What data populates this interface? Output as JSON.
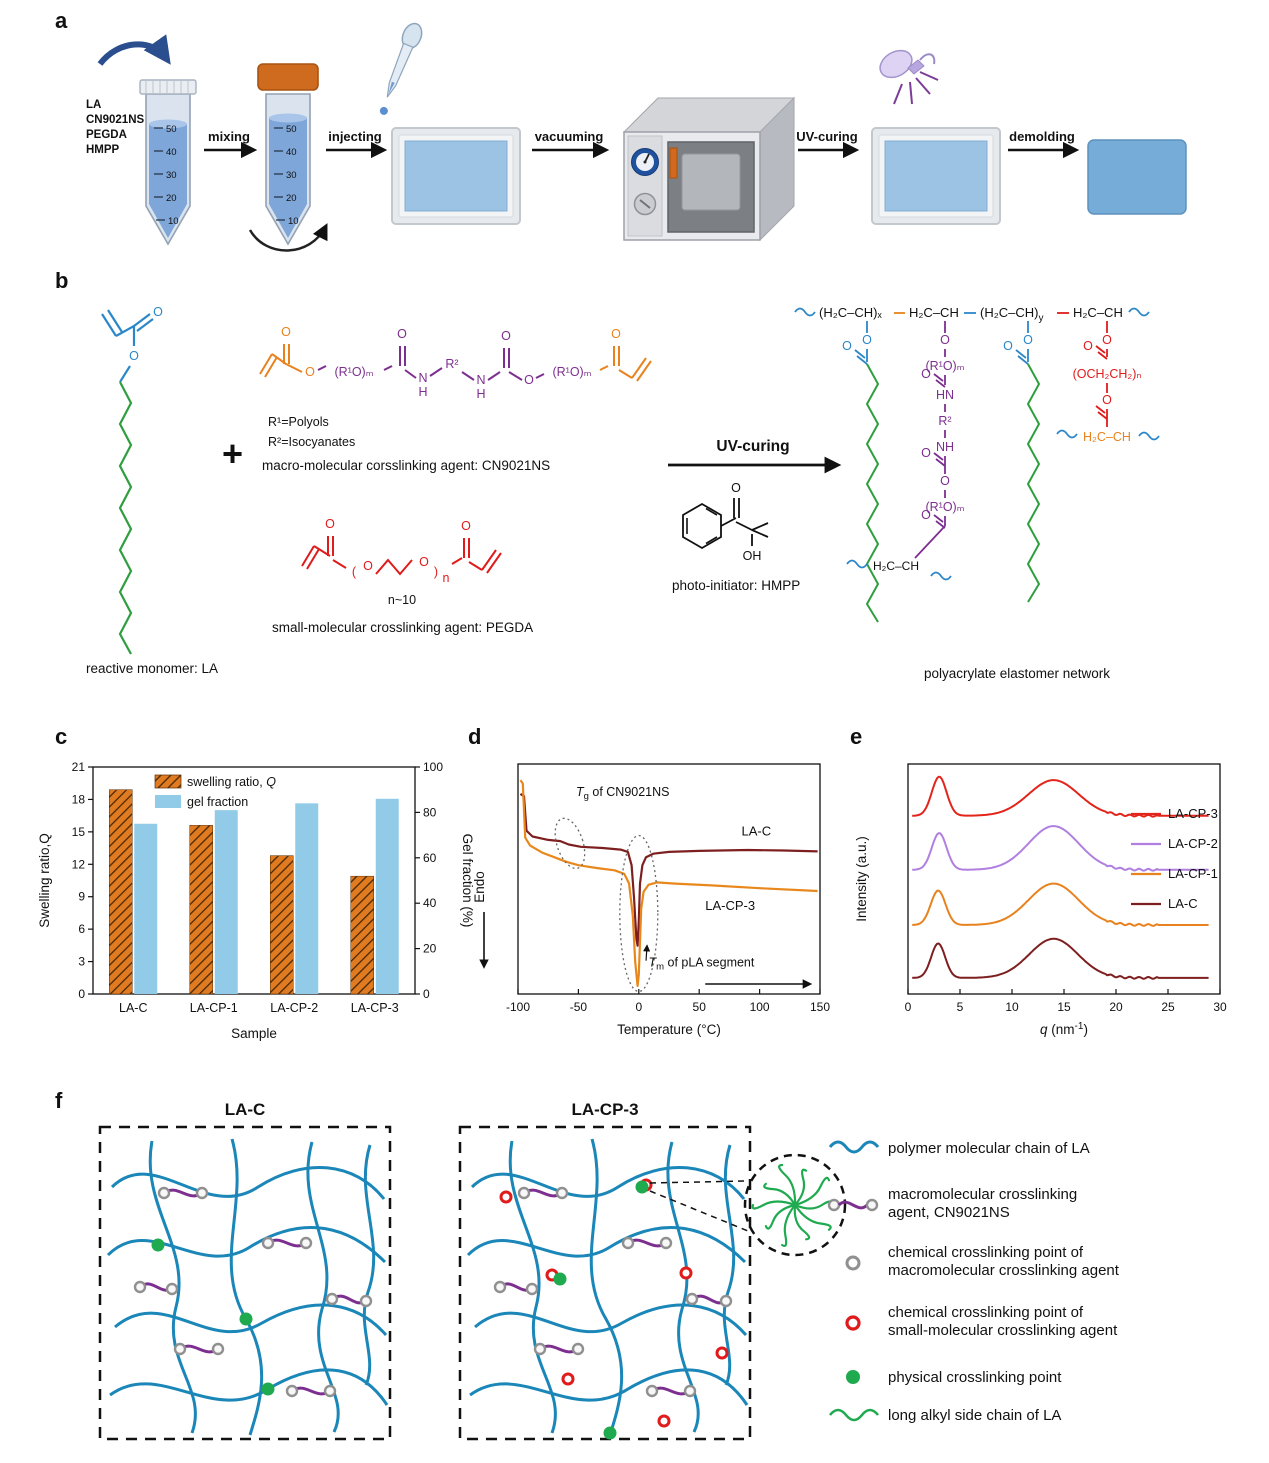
{
  "panel_labels": {
    "a": "a",
    "b": "b",
    "c": "c",
    "d": "d",
    "e": "e",
    "f": "f"
  },
  "sym": {
    "O": "O",
    "OH": "OH",
    "HN": "HN",
    "NH": "NH",
    "N": "N",
    "H": "H",
    "R1": "R¹",
    "R2": "R²",
    "plus": "+",
    "unit_x": "(H₂C–CH)ₓ",
    "unit_mid": "H₂C–CH",
    "unit_y_main": "(H₂C–CH)",
    "sub_y": "y",
    "bracket_r1": "(R¹O)ₘ",
    "bracket_peg": "(OCH₂CH₂)ₙ",
    "parenL": "(",
    "parenR": ")",
    "sub_m": "m",
    "sub_n": "n",
    "end_orange": "H₂C–CH",
    "ch2": "CH₂"
  },
  "panel_a": {
    "materials": [
      "LA",
      "CN9021NS",
      "PEGDA",
      "HMPP"
    ],
    "steps": [
      "mixing",
      "injecting",
      "vacuuming",
      "UV-curing",
      "demolding"
    ],
    "tube_ticks": [
      "50",
      "40",
      "30",
      "20",
      "10"
    ]
  },
  "panel_b": {
    "monomer_caption": "reactive monomer: LA",
    "r1_def": "R¹=Polyols",
    "r2_def": "R²=Isocyanates",
    "macro_caption": "macro-molecular corsslinking agent: CN9021NS",
    "pegda_n": "n~10",
    "small_caption": "small-molecular crosslinking agent: PEGDA",
    "uv_label": "UV-curing",
    "photo_caption": "photo-initiator: HMPP",
    "network_caption": "polyacrylate elastomer network"
  },
  "panel_f": {
    "left_title": "LA-C",
    "right_title": "LA-CP-3",
    "legend": [
      {
        "line1": "polymer molecular chain of LA",
        "line2": ""
      },
      {
        "line1": "macromolecular crosslinking",
        "line2": "agent, CN9021NS"
      },
      {
        "line1": "chemical crosslinking point of",
        "line2": "macromolecular crosslinking agent"
      },
      {
        "line1": "chemical crosslinking point of",
        "line2": "small-molecular crosslinking agent"
      },
      {
        "line1": "physical crosslinking point",
        "line2": ""
      },
      {
        "line1": "long alkyl side chain of LA",
        "line2": ""
      }
    ]
  },
  "chart_data": [
    {
      "id": "c",
      "type": "bar",
      "categories": [
        "LA-C",
        "LA-CP-1",
        "LA-CP-2",
        "LA-CP-3"
      ],
      "series": [
        {
          "name": "swelling ratio, Q",
          "axis": "left",
          "values": [
            18.9,
            15.6,
            12.8,
            10.9
          ],
          "color": "#e07b22",
          "hatch": true
        },
        {
          "name": "gel fraction",
          "axis": "right",
          "values": [
            75,
            81,
            84,
            86
          ],
          "color": "#92cbe8",
          "hatch": false
        }
      ],
      "legend": [
        {
          "pre": "swelling ratio, ",
          "italic": "Q"
        },
        {
          "pre": "gel fraction",
          "italic": ""
        }
      ],
      "xlabel": "Sample",
      "ylabel_left": "Swelling ratio,Q",
      "ylabel_right": "Gel fraction (%)",
      "ylim_left": [
        0,
        21
      ],
      "yticks_left": [
        0,
        3,
        6,
        9,
        12,
        15,
        18,
        21
      ],
      "ylim_right": [
        0,
        100
      ],
      "yticks_right": [
        0,
        20,
        40,
        60,
        80,
        100
      ]
    },
    {
      "id": "d",
      "type": "line",
      "xlabel": "Temperature (°C)",
      "ylabel": "Endo",
      "xlim": [
        -100,
        150
      ],
      "xticks": [
        -100,
        -50,
        0,
        50,
        100,
        150
      ],
      "series": [
        {
          "name": "LA-C",
          "color": "#7e1f1f",
          "points": [
            [
              -98,
              0.13
            ],
            [
              -95,
              0.14
            ],
            [
              -93,
              0.29
            ],
            [
              -88,
              0.315
            ],
            [
              -75,
              0.33
            ],
            [
              -65,
              0.335
            ],
            [
              -58,
              0.35
            ],
            [
              -48,
              0.36
            ],
            [
              -30,
              0.365
            ],
            [
              -15,
              0.372
            ],
            [
              -9,
              0.382
            ],
            [
              -6,
              0.44
            ],
            [
              -4,
              0.58
            ],
            [
              -2,
              0.76
            ],
            [
              -1,
              0.79
            ],
            [
              0,
              0.68
            ],
            [
              1,
              0.52
            ],
            [
              3,
              0.44
            ],
            [
              6,
              0.405
            ],
            [
              12,
              0.39
            ],
            [
              25,
              0.382
            ],
            [
              50,
              0.378
            ],
            [
              90,
              0.374
            ],
            [
              120,
              0.376
            ],
            [
              148,
              0.38
            ]
          ]
        },
        {
          "name": "LA-CP-3",
          "color": "#e8881c",
          "points": [
            [
              -98,
              0.07
            ],
            [
              -96,
              0.085
            ],
            [
              -94,
              0.32
            ],
            [
              -90,
              0.355
            ],
            [
              -80,
              0.385
            ],
            [
              -70,
              0.405
            ],
            [
              -60,
              0.425
            ],
            [
              -50,
              0.44
            ],
            [
              -35,
              0.452
            ],
            [
              -20,
              0.462
            ],
            [
              -12,
              0.478
            ],
            [
              -8,
              0.52
            ],
            [
              -5,
              0.66
            ],
            [
              -3,
              0.86
            ],
            [
              -1,
              0.965
            ],
            [
              0,
              0.915
            ],
            [
              2,
              0.63
            ],
            [
              4,
              0.555
            ],
            [
              8,
              0.525
            ],
            [
              15,
              0.515
            ],
            [
              30,
              0.52
            ],
            [
              60,
              0.528
            ],
            [
              100,
              0.54
            ],
            [
              148,
              0.552
            ]
          ]
        }
      ],
      "annotations": [
        {
          "t_italic": "T",
          "sub": "g",
          "rest": " of CN9021NS"
        },
        {
          "t_italic": "T",
          "sub": "m",
          "rest": " of pLA segment"
        }
      ]
    },
    {
      "id": "e",
      "type": "line",
      "xlabel_q": "q",
      "xlabel_rest": " (nm",
      "xlabel_sup": "-1",
      "xlabel_close": ")",
      "ylabel": "Intensity (a.u.)",
      "xlim": [
        0,
        30
      ],
      "xticks": [
        0,
        5,
        10,
        15,
        20,
        25,
        30
      ],
      "peak_positions_q": [
        3.0,
        14.0
      ],
      "series": [
        {
          "name": "LA-CP-3",
          "color": "#e3241b",
          "base": 0.225,
          "peaks": [
            {
              "q": 3.0,
              "w": 1.0,
              "a": 0.17
            },
            {
              "q": 14.0,
              "w": 3.4,
              "a": 0.155
            }
          ]
        },
        {
          "name": "LA-CP-2",
          "color": "#b07fe0",
          "base": 0.46,
          "peaks": [
            {
              "q": 3.0,
              "w": 1.0,
              "a": 0.16
            },
            {
              "q": 14.0,
              "w": 3.4,
              "a": 0.19
            }
          ]
        },
        {
          "name": "LA-CP-1",
          "color": "#e8821e",
          "base": 0.7,
          "peaks": [
            {
              "q": 2.9,
              "w": 1.0,
              "a": 0.15
            },
            {
              "q": 14.0,
              "w": 3.4,
              "a": 0.18
            }
          ]
        },
        {
          "name": "LA-C",
          "color": "#7e1f1f",
          "base": 0.93,
          "peaks": [
            {
              "q": 2.9,
              "w": 0.95,
              "a": 0.15
            },
            {
              "q": 14.0,
              "w": 3.3,
              "a": 0.17
            }
          ]
        }
      ]
    }
  ]
}
